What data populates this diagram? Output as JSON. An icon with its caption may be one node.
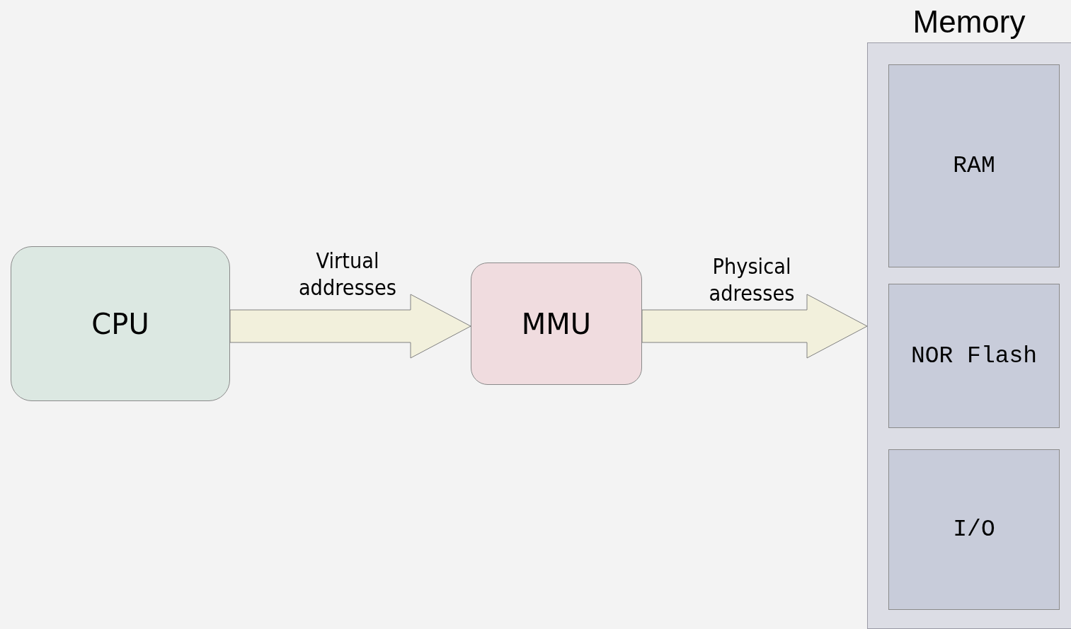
{
  "diagram": {
    "nodes": [
      {
        "text": [
          "CPU"
        ]
      },
      {
        "text": [
          "MMU"
        ]
      },
      {
        "text": [
          "Memory"
        ]
      },
      {
        "text": [
          "RAM"
        ],
        "in": 2
      },
      {
        "text": [
          "NOR Flash"
        ],
        "in": 2
      },
      {
        "text": [
          "I/O"
        ],
        "in": 2
      }
    ],
    "edges": [
      {
        "from": 0,
        "to": 1,
        "arrow": "to",
        "label": "Virtual addresses",
        "style": "thick"
      },
      {
        "from": 1,
        "to": 2,
        "arrow": "to",
        "label": "Physical adresses",
        "style": "thick"
      }
    ]
  }
}
